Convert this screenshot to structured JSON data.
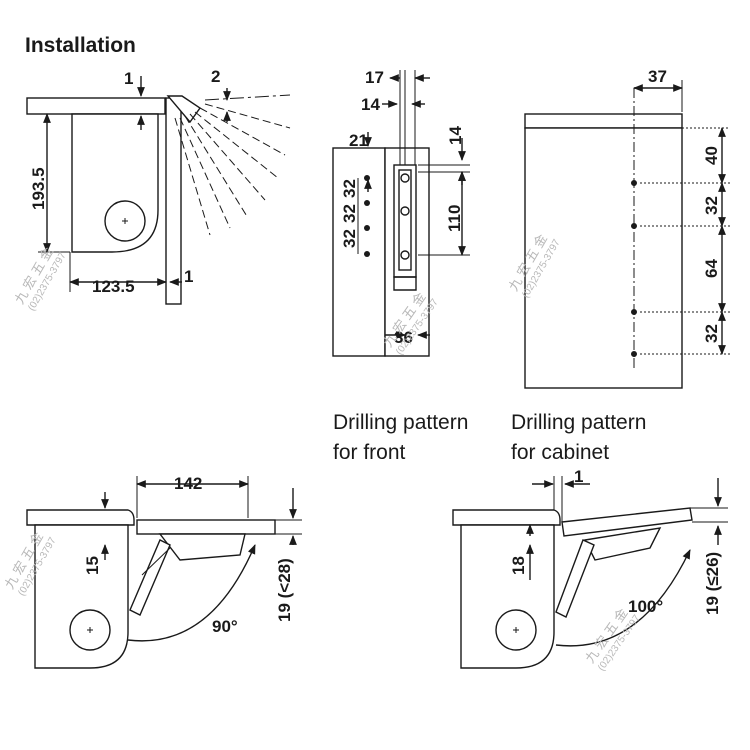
{
  "title": "Installation",
  "captions": {
    "front": [
      "Drilling pattern",
      "for front"
    ],
    "cabinet": [
      "Drilling pattern",
      "for cabinet"
    ]
  },
  "dims": {
    "install_top_gap": "1",
    "install_angle_gap": "2",
    "install_height": "193.5",
    "install_width": "123.5",
    "install_side_gap": "1",
    "front_17": "17",
    "front_14a": "14",
    "front_14b": "14",
    "front_21": "21",
    "front_32a": "32",
    "front_32b": "32",
    "front_32c": "32",
    "front_32d": "32",
    "front_110": "110",
    "front_36": "36",
    "cab_37": "37",
    "cab_40": "40",
    "cab_32a": "32",
    "cab_64": "64",
    "cab_32b": "32",
    "open90_width": "142",
    "open90_15": "15",
    "open90_19": "19 (<28)",
    "open90_angle": "90°",
    "open100_gap": "1",
    "open100_18": "18",
    "open100_19": "19 (≤26)",
    "open100_angle": "100°"
  },
  "watermark": {
    "name": "九 宏 五 金",
    "phone": "(02)2375-3797"
  }
}
